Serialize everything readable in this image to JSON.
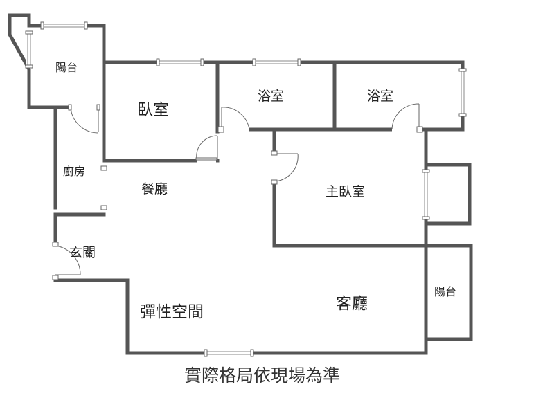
{
  "rooms": {
    "balcony_top": "陽台",
    "bedroom": "臥室",
    "bath_1": "浴室",
    "bath_2": "浴室",
    "kitchen": "廚房",
    "dining": "餐廳",
    "master_bedroom": "主臥室",
    "entrance": "玄關",
    "flex_space": "彈性空間",
    "living_room": "客廳",
    "balcony_right": "陽台"
  },
  "footnote": "實際格局依現場為準"
}
